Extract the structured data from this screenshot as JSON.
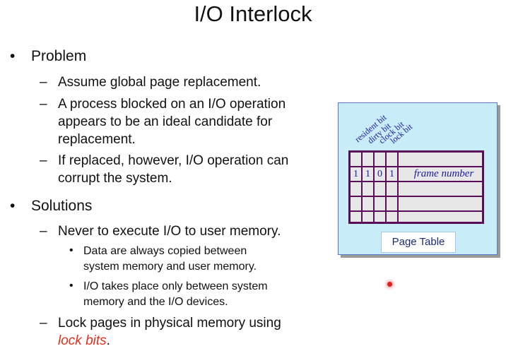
{
  "title": "I/O Interlock",
  "bullets": {
    "problem": "Problem",
    "p1": "Assume global page replacement.",
    "p2_line1": "A process blocked on an I/O operation",
    "p2_line2": "appears to be an ideal candidate for",
    "p2_line3": "replacement.",
    "p3_line1": "If replaced, however, I/O operation can",
    "p3_line2": "corrupt the system.",
    "solutions": "Solutions",
    "s1": "Never to execute I/O to user memory.",
    "s1a_line1": "Data are always copied between",
    "s1a_line2": "system memory and user memory.",
    "s1b_line1": "I/O takes place only between system",
    "s1b_line2": "memory and the I/O devices.",
    "s2_line1": "Lock pages in physical memory using",
    "s2_line2_em": "lock bits",
    "s2_line2_end": "."
  },
  "figure": {
    "headers": [
      "resident bit",
      "dirty bit",
      "clock bit",
      "lock bit"
    ],
    "bits": [
      "1",
      "1",
      "0",
      "1"
    ],
    "frame_label": "frame number",
    "caption": "Page Table"
  }
}
